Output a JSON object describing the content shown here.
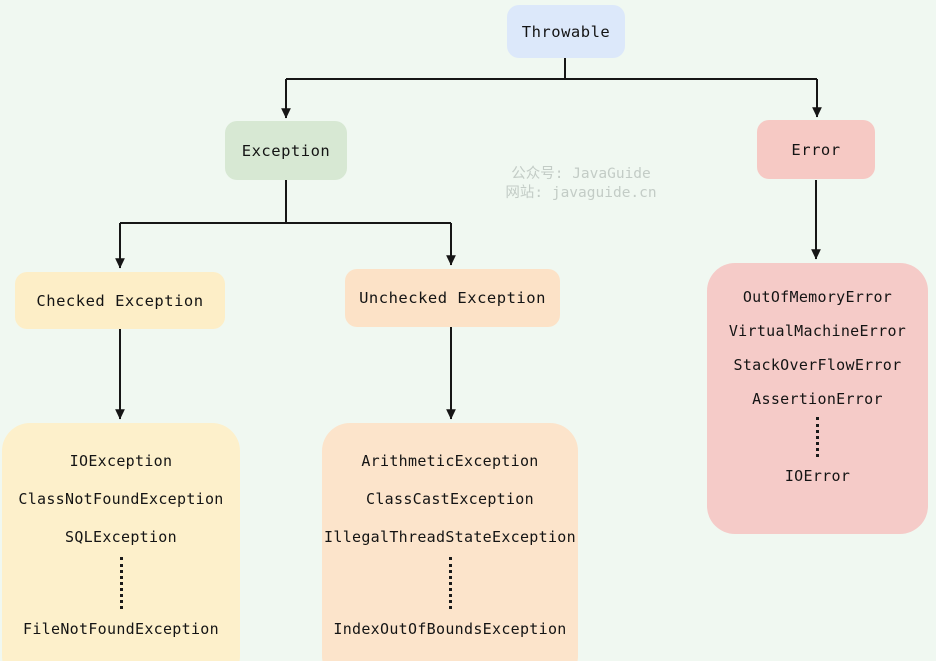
{
  "title": "Java Throwable class hierarchy diagram",
  "watermark": {
    "line1": "公众号: JavaGuide",
    "line2": "网站: javaguide.cn"
  },
  "colors": {
    "background": "#f0f8f1",
    "throwable_fill": "#dce8fa",
    "exception_fill": "#d7e8d3",
    "error_fill": "#f6c9c4",
    "checked_fill": "#fdeec7",
    "unchecked_fill": "#fce2c7",
    "checked_group_fill": "#fdf0cb",
    "unchecked_group_fill": "#fce4cb",
    "error_group_fill": "#f5cbc8",
    "connector_line": "#161616"
  },
  "nodes": {
    "throwable": "Throwable",
    "exception": "Exception",
    "error": "Error",
    "checked": "Checked Exception",
    "unchecked": "Unchecked Exception"
  },
  "groups": {
    "checked": {
      "items": [
        "IOException",
        "ClassNotFoundException",
        "SQLException"
      ],
      "ellipsis": "⋮",
      "last_item": "FileNotFoundException"
    },
    "unchecked": {
      "items": [
        "ArithmeticException",
        "ClassCastException",
        "IllegalThreadStateException"
      ],
      "ellipsis": "⋮",
      "last_item": "IndexOutOfBoundsException"
    },
    "error": {
      "items": [
        "OutOfMemoryError",
        "VirtualMachineError",
        "StackOverFlowError",
        "AssertionError"
      ],
      "ellipsis": "⋮",
      "last_item": "IOError"
    }
  }
}
